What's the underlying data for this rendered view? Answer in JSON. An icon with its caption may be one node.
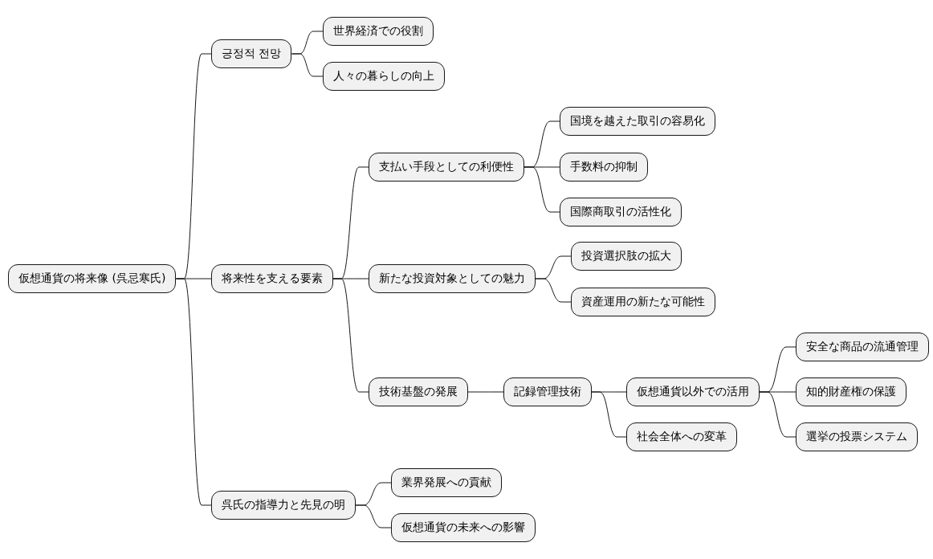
{
  "diagram": {
    "nodes": [
      {
        "text": [
          "仮想通貨の将来像 (呉忌寒氏)"
        ]
      },
      {
        "text": [
          "긍정적 전망"
        ]
      },
      {
        "text": [
          "世界経済での役割"
        ]
      },
      {
        "text": [
          "人々の暮らしの向上"
        ]
      },
      {
        "text": [
          "将来性を支える要素"
        ]
      },
      {
        "text": [
          "支払い手段としての利便性"
        ]
      },
      {
        "text": [
          "国境を越えた取引の容易化"
        ]
      },
      {
        "text": [
          "手数料の抑制"
        ]
      },
      {
        "text": [
          "国際商取引の活性化"
        ]
      },
      {
        "text": [
          "新たな投資対象としての魅力"
        ]
      },
      {
        "text": [
          "投資選択肢の拡大"
        ]
      },
      {
        "text": [
          "資産運用の新たな可能性"
        ]
      },
      {
        "text": [
          "技術基盤の発展"
        ]
      },
      {
        "text": [
          "記録管理技術"
        ]
      },
      {
        "text": [
          "仮想通貨以外での活用"
        ]
      },
      {
        "text": [
          "安全な商品の流通管理"
        ]
      },
      {
        "text": [
          "知的財産権の保護"
        ]
      },
      {
        "text": [
          "選挙の投票システム"
        ]
      },
      {
        "text": [
          "社会全体への変革"
        ]
      },
      {
        "text": [
          "呉氏の指導力と先見の明"
        ]
      },
      {
        "text": [
          "業界発展への貢献"
        ]
      },
      {
        "text": [
          "仮想通貨の未来への影響"
        ]
      }
    ],
    "edges": [
      {
        "from": 0,
        "to": 1,
        "arrow": "none"
      },
      {
        "from": 1,
        "to": 2,
        "arrow": "none"
      },
      {
        "from": 1,
        "to": 3,
        "arrow": "none"
      },
      {
        "from": 0,
        "to": 4,
        "arrow": "none"
      },
      {
        "from": 4,
        "to": 5,
        "arrow": "none"
      },
      {
        "from": 5,
        "to": 6,
        "arrow": "none"
      },
      {
        "from": 5,
        "to": 7,
        "arrow": "none"
      },
      {
        "from": 5,
        "to": 8,
        "arrow": "none"
      },
      {
        "from": 4,
        "to": 9,
        "arrow": "none"
      },
      {
        "from": 9,
        "to": 10,
        "arrow": "none"
      },
      {
        "from": 9,
        "to": 11,
        "arrow": "none"
      },
      {
        "from": 4,
        "to": 12,
        "arrow": "none"
      },
      {
        "from": 12,
        "to": 13,
        "arrow": "none"
      },
      {
        "from": 13,
        "to": 14,
        "arrow": "none"
      },
      {
        "from": 14,
        "to": 15,
        "arrow": "none"
      },
      {
        "from": 14,
        "to": 16,
        "arrow": "none"
      },
      {
        "from": 14,
        "to": 17,
        "arrow": "none"
      },
      {
        "from": 13,
        "to": 18,
        "arrow": "none"
      },
      {
        "from": 0,
        "to": 19,
        "arrow": "none"
      },
      {
        "from": 19,
        "to": 20,
        "arrow": "none"
      },
      {
        "from": 19,
        "to": 21,
        "arrow": "none"
      }
    ]
  }
}
